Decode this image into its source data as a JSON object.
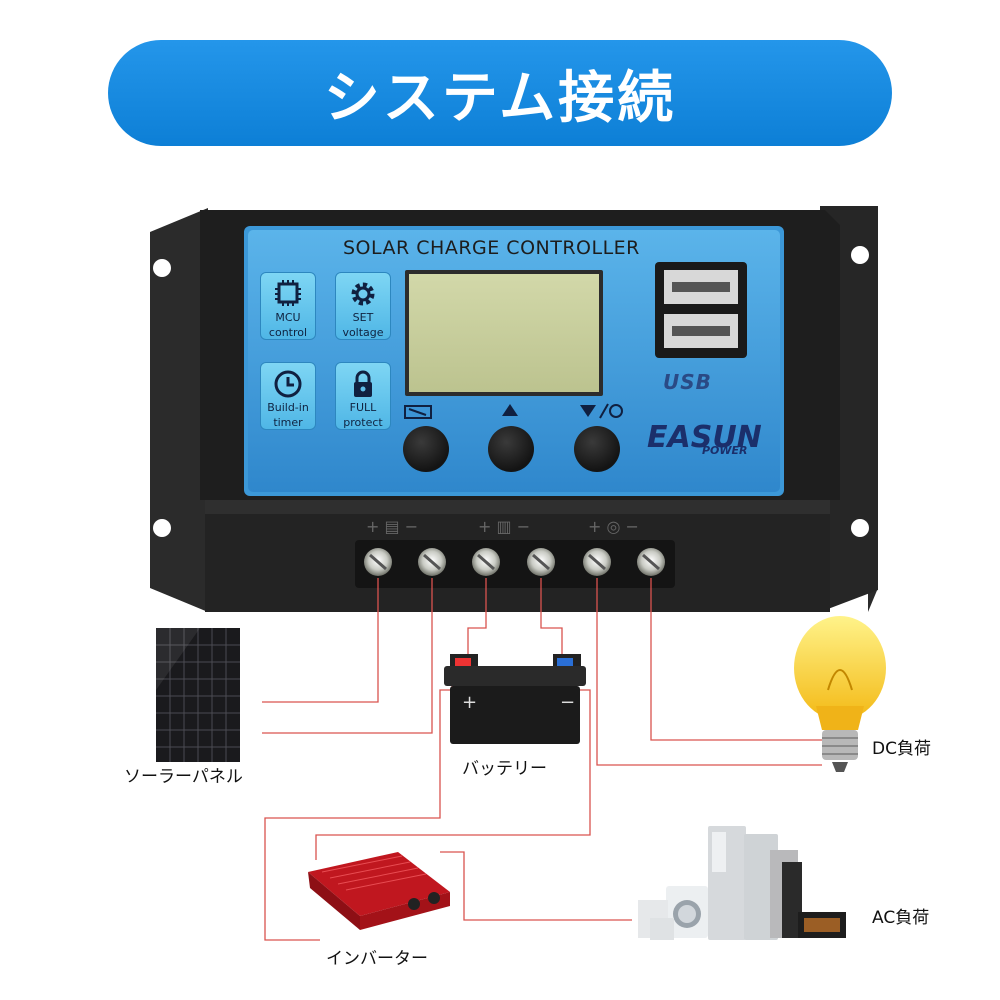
{
  "title": "システム接続",
  "controller": {
    "header": "SOLAR CHARGE CONTROLLER",
    "usb_label": "USB",
    "logo": "EASUN",
    "logo_sub": "POWER",
    "features": [
      {
        "icon": "chip-icon",
        "line1": "MCU",
        "line2": "control"
      },
      {
        "icon": "gear-icon",
        "line1": "SET",
        "line2": "voltage"
      },
      {
        "icon": "clock-icon",
        "line1": "Build-in",
        "line2": "timer"
      },
      {
        "icon": "lock-icon",
        "line1": "FULL",
        "line2": "protect"
      }
    ],
    "buttons": [
      {
        "icon": "menu-icon"
      },
      {
        "icon": "up-arrow-icon"
      },
      {
        "icon": "down-arrow-icon"
      }
    ],
    "terminal_groups": [
      "solar-panel",
      "battery",
      "load"
    ]
  },
  "components": {
    "solar_panel": "ソーラーパネル",
    "battery": "バッテリー",
    "dc_load": "DC負荷",
    "inverter": "インバーター",
    "ac_load": "AC負荷"
  },
  "colors": {
    "title_bg": "#1a8be0",
    "panel_blue": "#3c98d8",
    "wire": "#d9534f",
    "housing": "#1f1f1f"
  }
}
